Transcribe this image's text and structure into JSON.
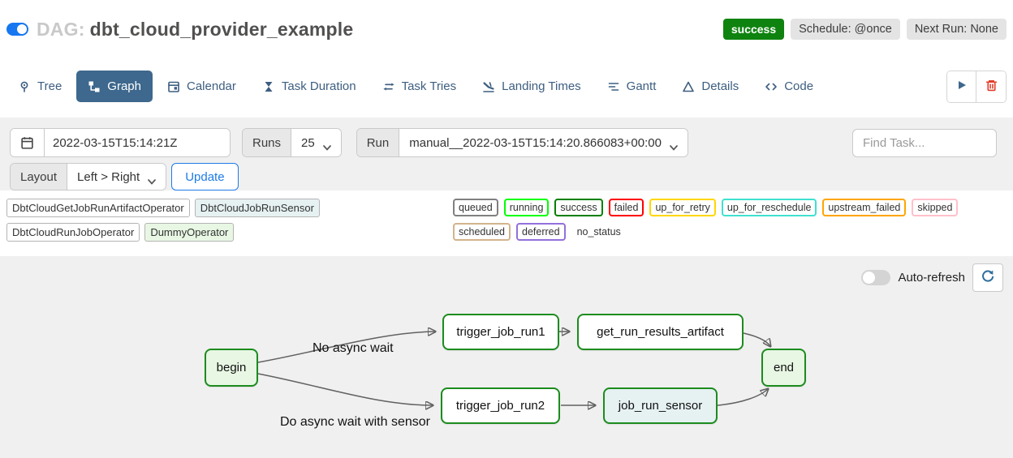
{
  "header": {
    "dag_prefix": "DAG:",
    "dag_name": "dbt_cloud_provider_example",
    "status_badge": "success",
    "schedule_badge": "Schedule: @once",
    "next_run_badge": "Next Run: None"
  },
  "tabs": [
    {
      "label": "Tree",
      "icon": "tree-pin-icon"
    },
    {
      "label": "Graph",
      "icon": "graph-icon",
      "active": true
    },
    {
      "label": "Calendar",
      "icon": "calendar-icon"
    },
    {
      "label": "Task Duration",
      "icon": "hourglass-icon"
    },
    {
      "label": "Task Tries",
      "icon": "repeat-icon"
    },
    {
      "label": "Landing Times",
      "icon": "landing-icon"
    },
    {
      "label": "Gantt",
      "icon": "gantt-icon"
    },
    {
      "label": "Details",
      "icon": "details-icon"
    },
    {
      "label": "Code",
      "icon": "code-icon"
    }
  ],
  "filter_bar": {
    "date_value": "2022-03-15T15:14:21Z",
    "runs_label": "Runs",
    "runs_value": "25",
    "run_label": "Run",
    "run_value": "manual__2022-03-15T15:14:20.866083+00:00",
    "find_task_placeholder": "Find Task...",
    "layout_label": "Layout",
    "layout_value": "Left > Right",
    "update_label": "Update"
  },
  "legend": {
    "operators": [
      {
        "label": "DbtCloudGetJobRunArtifactOperator",
        "bg": "#ffffff"
      },
      {
        "label": "DbtCloudJobRunSensor",
        "bg": "#e6f1f2"
      },
      {
        "label": "DbtCloudRunJobOperator",
        "bg": "#ffffff"
      },
      {
        "label": "DummyOperator",
        "bg": "#e8f7e4"
      }
    ],
    "states": [
      {
        "label": "queued",
        "border": "#808080"
      },
      {
        "label": "running",
        "border": "#00ff00"
      },
      {
        "label": "success",
        "border": "#008000"
      },
      {
        "label": "failed",
        "border": "#ff0000"
      },
      {
        "label": "up_for_retry",
        "border": "#ffd700"
      },
      {
        "label": "up_for_reschedule",
        "border": "#40e0d0"
      },
      {
        "label": "upstream_failed",
        "border": "#ffa500"
      },
      {
        "label": "skipped",
        "border": "#ffc0cb"
      },
      {
        "label": "scheduled",
        "border": "#d2b48c"
      },
      {
        "label": "deferred",
        "border": "#9370db"
      },
      {
        "label": "no_status",
        "border": "transparent"
      }
    ]
  },
  "graph": {
    "auto_refresh_label": "Auto-refresh",
    "auto_refresh_on": false,
    "nodes": [
      {
        "id": "begin",
        "label": "begin",
        "fill": "#e8f7e4",
        "state": "success"
      },
      {
        "id": "trigger_job_run1",
        "label": "trigger_job_run1",
        "fill": "#ffffff",
        "state": "success"
      },
      {
        "id": "get_run_results_artifact",
        "label": "get_run_results_artifact",
        "fill": "#ffffff",
        "state": "success"
      },
      {
        "id": "trigger_job_run2",
        "label": "trigger_job_run2",
        "fill": "#ffffff",
        "state": "success"
      },
      {
        "id": "job_run_sensor",
        "label": "job_run_sensor",
        "fill": "#e6f1f2",
        "state": "success"
      },
      {
        "id": "end",
        "label": "end",
        "fill": "#e8f7e4",
        "state": "success"
      }
    ],
    "edges": [
      {
        "from": "begin",
        "to": "trigger_job_run1",
        "label": "No async wait"
      },
      {
        "from": "begin",
        "to": "trigger_job_run2",
        "label": "Do async wait with sensor"
      },
      {
        "from": "trigger_job_run1",
        "to": "get_run_results_artifact",
        "label": ""
      },
      {
        "from": "get_run_results_artifact",
        "to": "end",
        "label": ""
      },
      {
        "from": "trigger_job_run2",
        "to": "job_run_sensor",
        "label": ""
      },
      {
        "from": "job_run_sensor",
        "to": "end",
        "label": ""
      }
    ]
  },
  "colors": {
    "accent_blue": "#1e7be8",
    "toggle_blue": "#1677f0",
    "success_green": "#0f8310",
    "node_border_green": "#1c8c1e",
    "active_tab_bg": "#3e688d",
    "panel_gray": "#f0f0f0",
    "trash_red": "#e23d28",
    "edge_gray": "#616161"
  }
}
